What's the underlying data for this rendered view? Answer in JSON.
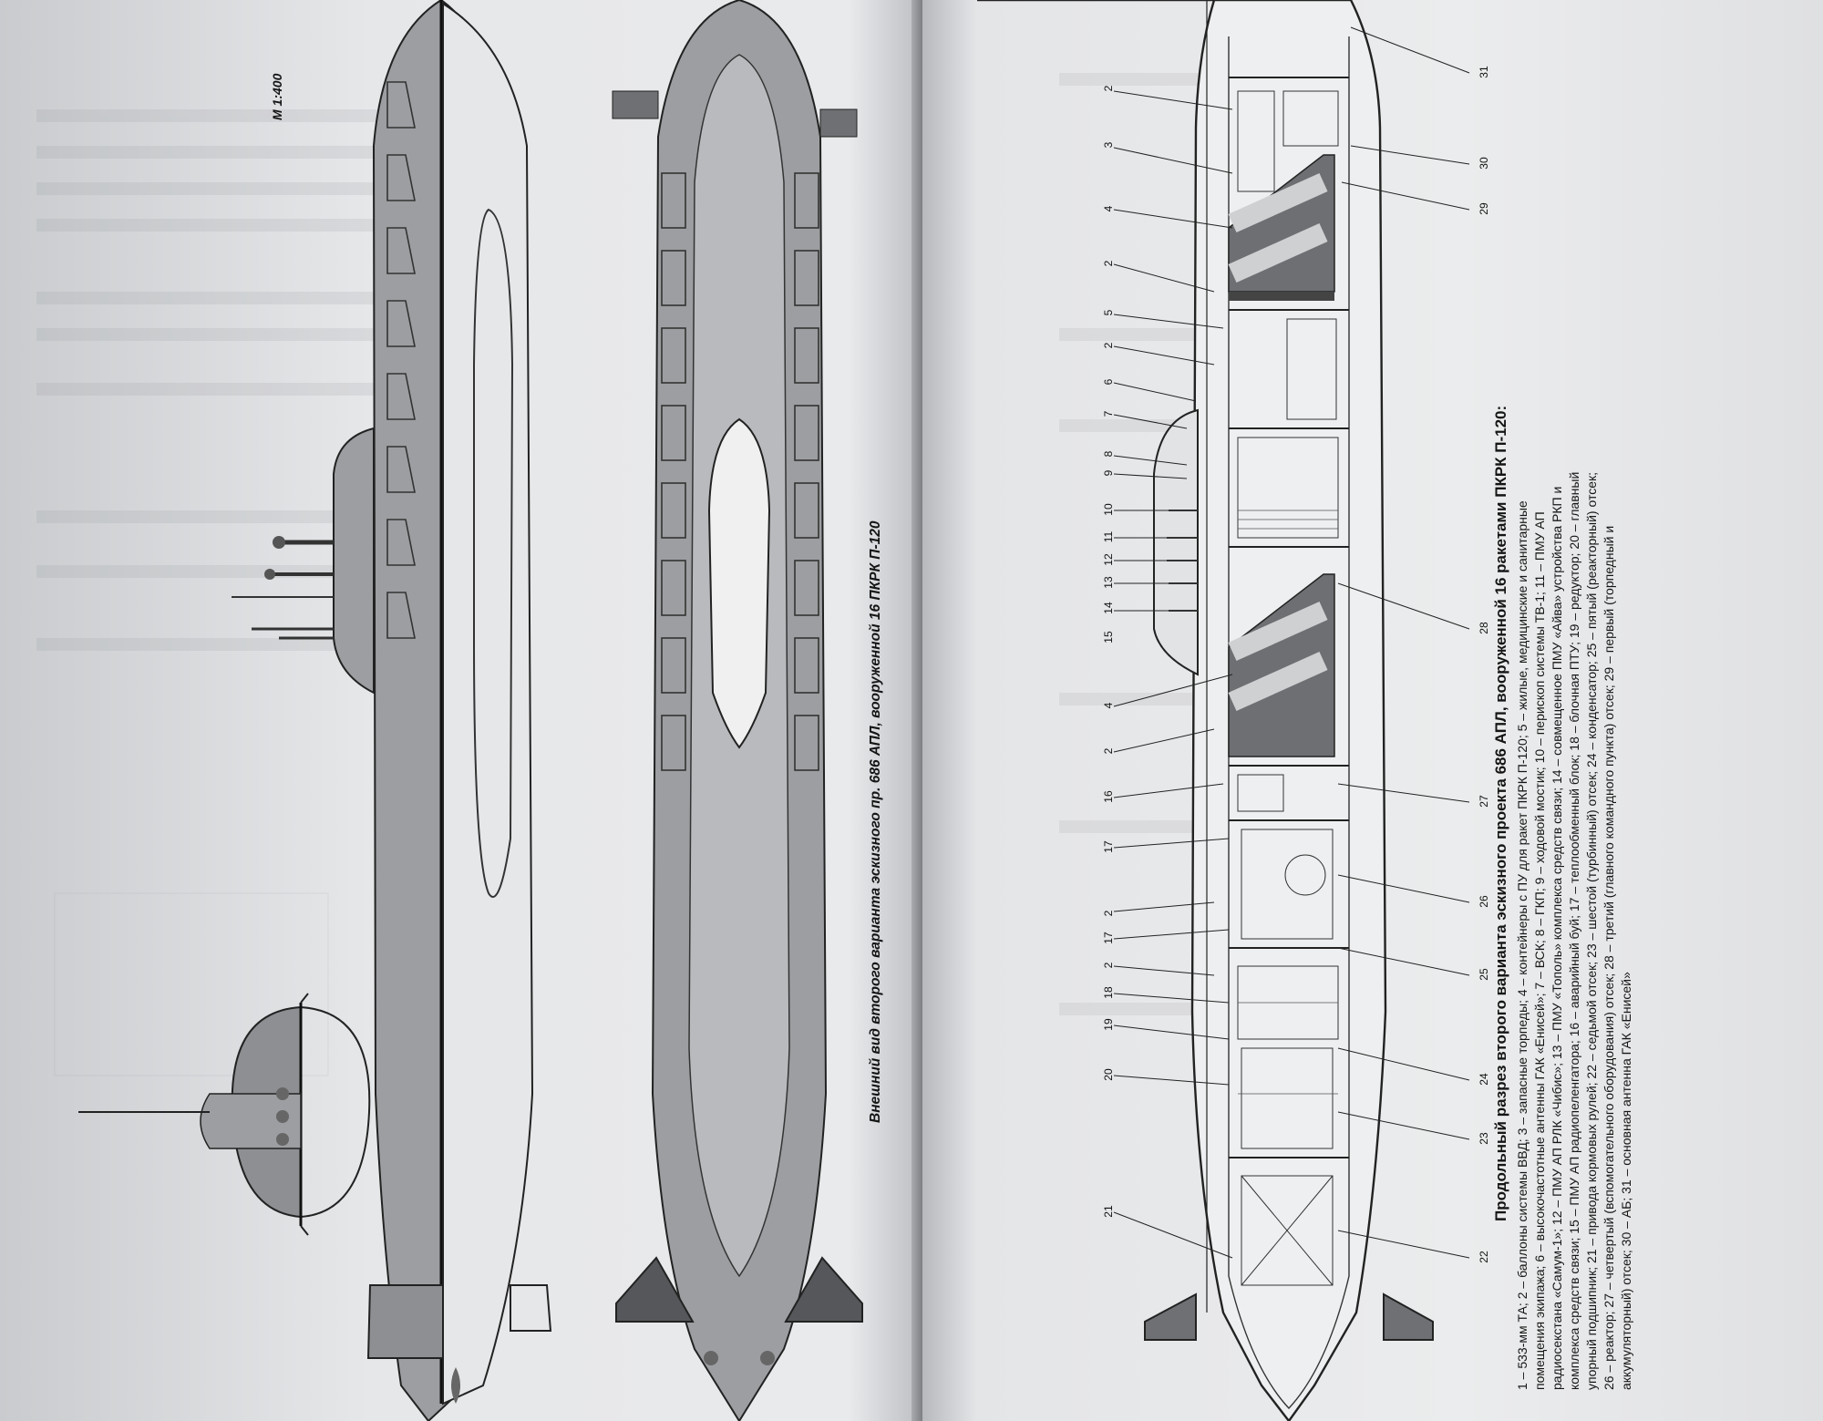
{
  "left_page": {
    "scale_label": "М 1:400",
    "external_view_caption": "Внешний вид второго варианта эскизного пр. 686 АПЛ, вооруженной 16 ПКРК П-120"
  },
  "right_page": {
    "section_title": "Продольный разрез второго варианта эскизного проекта 686 АПЛ, вооруженной 16 ракетами ПКРК П-120:",
    "legend_lines": [
      "1 – 533-мм ТА; 2 – баллоны системы ВВД; 3 – запасные торпеды; 4 – контейнеры с ПУ для ракет ПКРК П-120; 5 – жилые, медицинские и санитарные",
      "помещения экипажа; 6 – высокочастотные антенны ГАК «Енисей»; 7 – ВСК; 8 – ГКП; 9 – ходовой мостик; 10 – перископ системы ТВ-1; 11 – ПМУ АП",
      "радиосекстана «Самум-1»; 12 – ПМУ АП РЛК «Чибис»; 13 – ПМУ «Тополь» комплекса средств связи; 14 – совмещенное ПМУ «Айва» устройства РКП и",
      "комплекса средств связи; 15 – ПМУ АП радиопеленгатора; 16 – аварийный буй; 17 – теплообменный блок; 18 – блочная ПТУ; 19 – редуктор; 20 – главный",
      "упорный подшипник; 21 – привода кормовых рулей; 22 – седьмой отсек; 23 – шестой (турбинный) отсек; 24 – конденсатор; 25 – пятый (реакторный) отсек;",
      "26 – реактор; 27 – четвертый (вспомогательного оборудования) отсек; 28 – третий (главного командного пункта) отсек; 29 – первый (торпедный и",
      "аккумуляторный) отсек; 30 – АБ; 31 – основная антенна ГАК «Енисей»"
    ],
    "callouts_left": [
      "2",
      "3",
      "4",
      "2",
      "5",
      "2",
      "6",
      "7",
      "8",
      "9",
      "10",
      "11",
      "12",
      "13",
      "14",
      "15",
      "4",
      "2",
      "16",
      "17",
      "2",
      "17",
      "2",
      "18",
      "19",
      "20",
      "21"
    ],
    "callouts_right": [
      "31",
      "30",
      "29",
      "28",
      "27",
      "26",
      "25",
      "24",
      "23",
      "22"
    ]
  }
}
